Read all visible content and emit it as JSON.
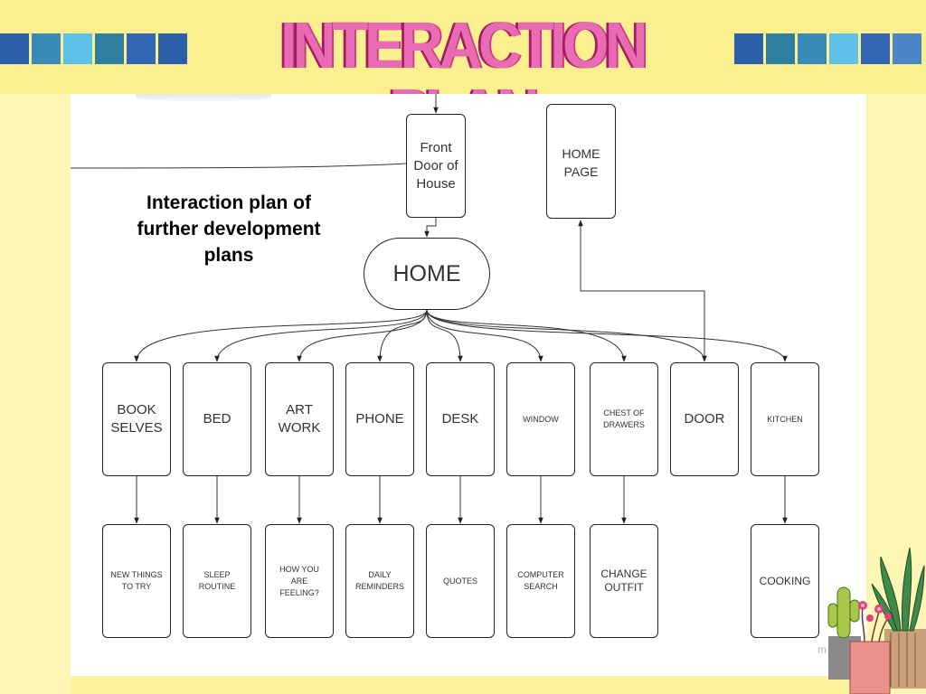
{
  "slide": {
    "title": "INTERACTION PLAN",
    "caption": "Interaction plan of further development plans",
    "watermark": "m"
  },
  "colors": {
    "background": "#fdf29e",
    "title_fill": "#e96bb4",
    "title_shadow": "#a11c5d",
    "tiles": [
      "#2d5fa8",
      "#3a8ab8",
      "#5fc1e8",
      "#2f7fa0",
      "#3566b5",
      "#4a86c8"
    ]
  },
  "diagram": {
    "front_door": "Front Door of House",
    "home_page": "HOME PAGE",
    "home": "HOME",
    "rooms": [
      {
        "id": "book-selves",
        "label": "BOOK SELVES",
        "child": "NEW THINGS TO TRY"
      },
      {
        "id": "bed",
        "label": "BED",
        "child": "SLEEP ROUTINE"
      },
      {
        "id": "art-work",
        "label": "ART WORK",
        "child": "HOW YOU ARE FEELING?"
      },
      {
        "id": "phone",
        "label": "PHONE",
        "child": "DAILY REMINDERS"
      },
      {
        "id": "desk",
        "label": "DESK",
        "child": "QUOTES"
      },
      {
        "id": "window",
        "label": "WINDOW",
        "child": "COMPUTER SEARCH"
      },
      {
        "id": "chest-of-drawers",
        "label": "CHEST OF DRAWERS",
        "child": "CHANGE OUTFIT"
      },
      {
        "id": "door",
        "label": "DOOR",
        "child": null
      },
      {
        "id": "kitchen",
        "label": "KITCHEN",
        "child": "COOKING"
      }
    ]
  }
}
